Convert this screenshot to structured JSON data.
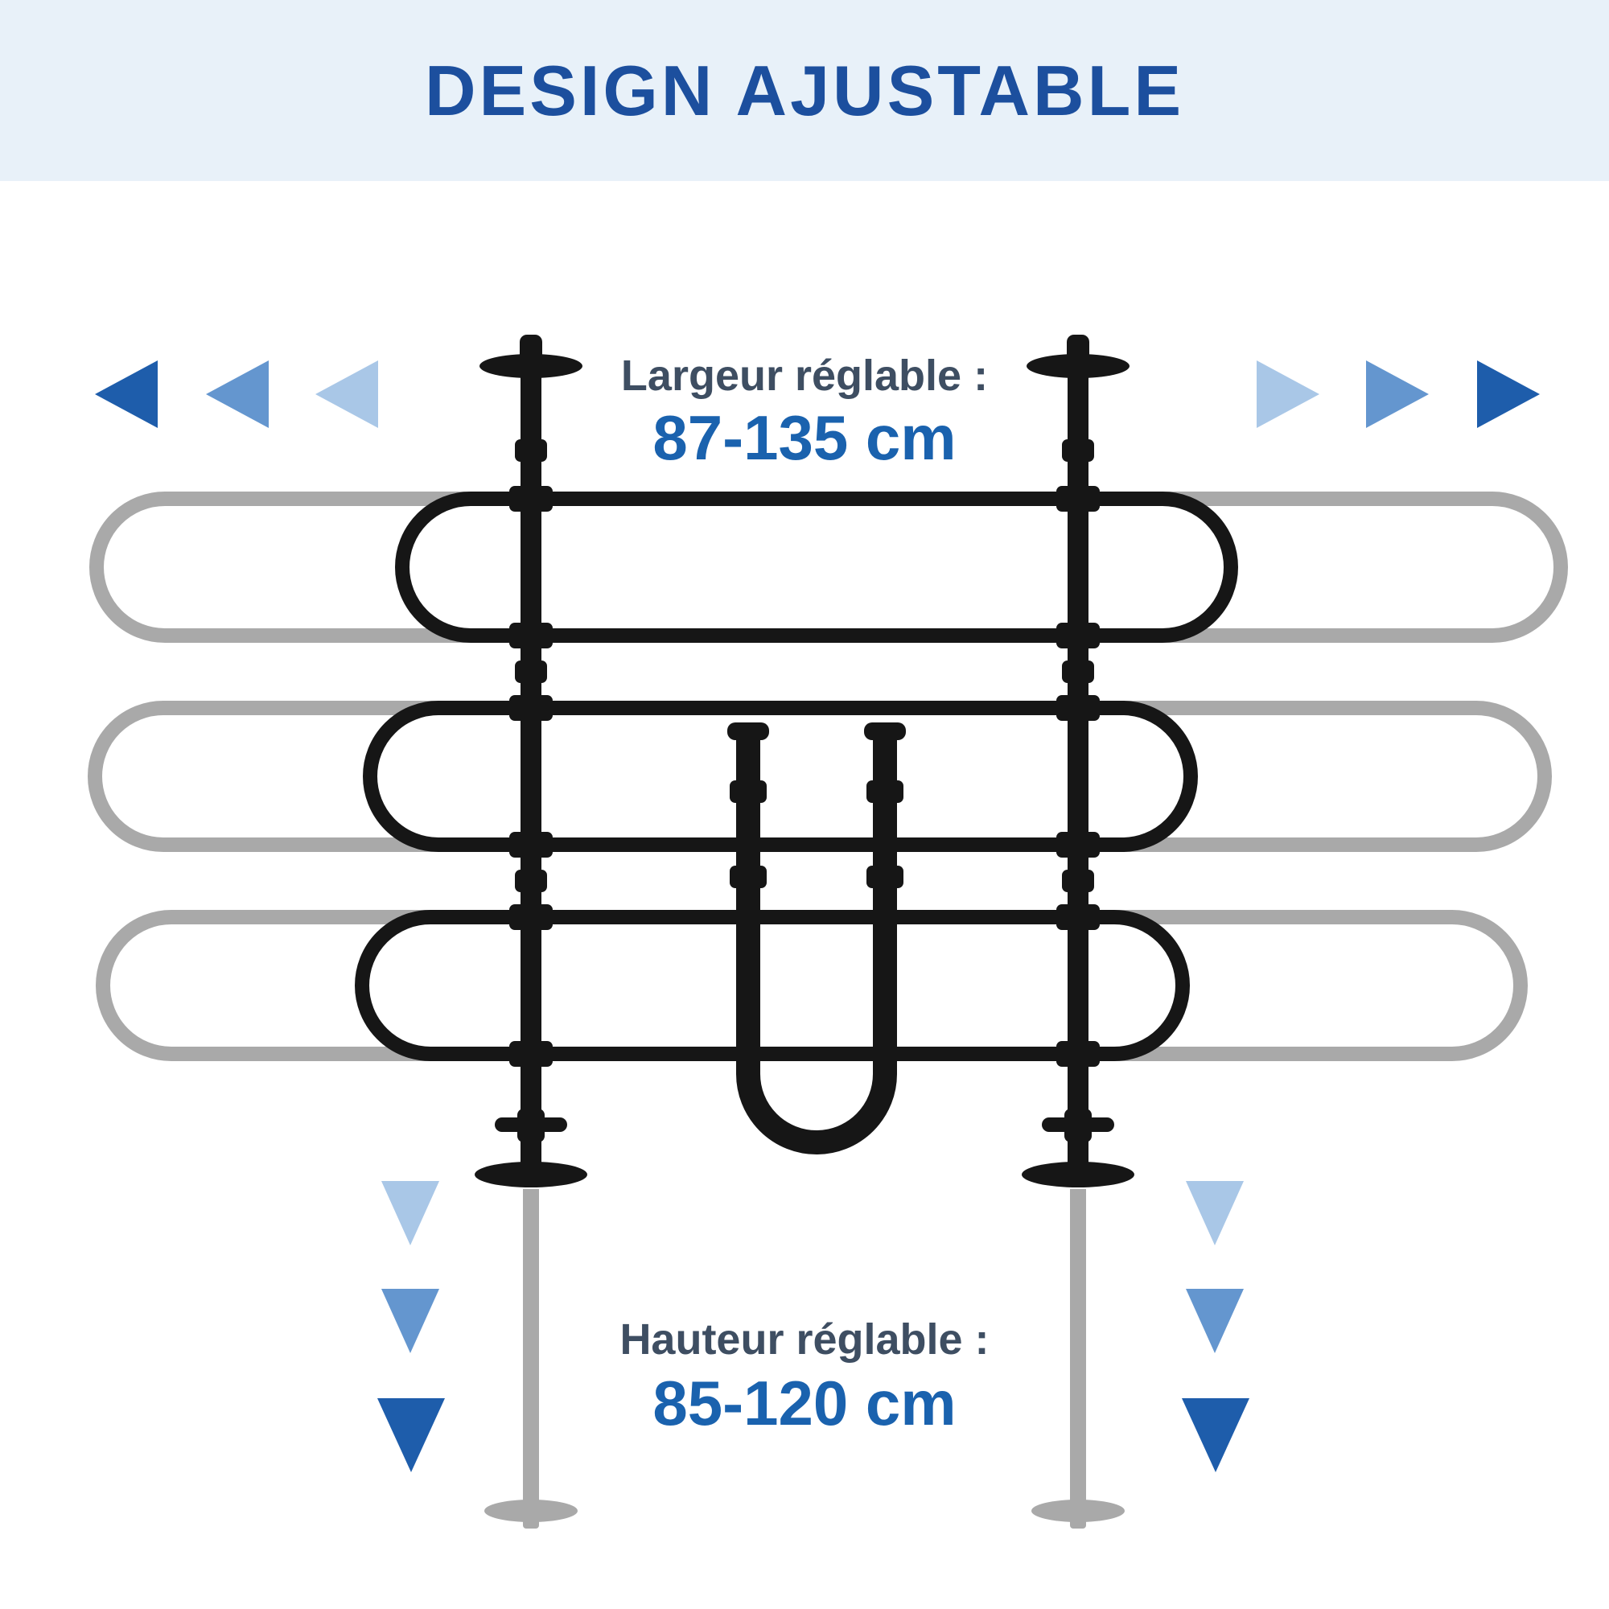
{
  "header": {
    "title": "DESIGN AJUSTABLE"
  },
  "width_adjust": {
    "label": "Largeur réglable :",
    "value": "87-135 cm"
  },
  "height_adjust": {
    "label": "Hauteur réglable :",
    "value": "85-120 cm"
  },
  "icons": {
    "expand_left_icon": "triangle-left",
    "expand_right_icon": "triangle-right",
    "lower_down_icon": "triangle-down"
  },
  "colors": {
    "header_bg": "#e8f1f9",
    "title": "#1c4f9e",
    "label": "#3e4e62",
    "value": "#1a62ae",
    "arrow_dark": "#1e5dab",
    "arrow_mid": "#6496cf",
    "arrow_light": "#a9c7e7",
    "metal": "#161616",
    "ghost": "#a9a9a9"
  }
}
